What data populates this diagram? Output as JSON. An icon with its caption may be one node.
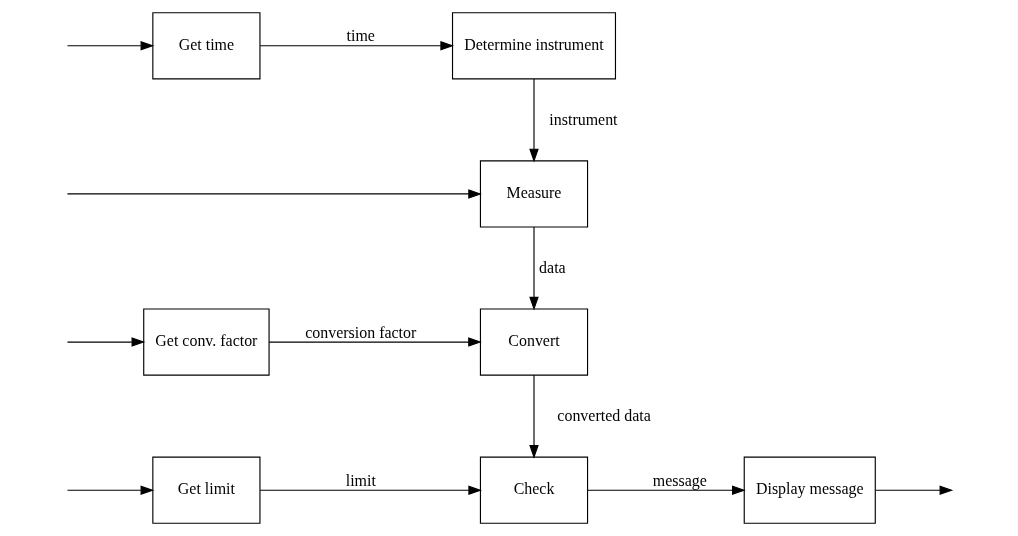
{
  "diagram": {
    "nodes": [
      {
        "text": [
          "Get time"
        ]
      },
      {
        "text": [
          "Determine instrument"
        ]
      },
      {
        "text": [
          "Measure"
        ]
      },
      {
        "text": [
          "Get conv. factor"
        ]
      },
      {
        "text": [
          "Convert"
        ]
      },
      {
        "text": [
          "Get limit"
        ]
      },
      {
        "text": [
          "Check"
        ]
      },
      {
        "text": [
          "Display message"
        ]
      }
    ],
    "edges": [
      {
        "from": null,
        "to": 0,
        "arrow": "to"
      },
      {
        "from": 0,
        "to": 1,
        "label": "time",
        "arrow": "to"
      },
      {
        "from": 1,
        "to": 2,
        "label": "instrument",
        "arrow": "to"
      },
      {
        "from": null,
        "to": 2,
        "arrow": "to"
      },
      {
        "from": 2,
        "to": 4,
        "label": "data",
        "arrow": "to"
      },
      {
        "from": null,
        "to": 3,
        "arrow": "to"
      },
      {
        "from": 3,
        "to": 4,
        "label": "conversion factor",
        "arrow": "to"
      },
      {
        "from": 4,
        "to": 6,
        "label": "converted data",
        "arrow": "to"
      },
      {
        "from": null,
        "to": 5,
        "arrow": "to"
      },
      {
        "from": 5,
        "to": 6,
        "label": "limit",
        "arrow": "to"
      },
      {
        "from": 6,
        "to": 7,
        "label": "message",
        "arrow": "to"
      },
      {
        "from": 7,
        "to": null,
        "arrow": "to"
      }
    ]
  }
}
